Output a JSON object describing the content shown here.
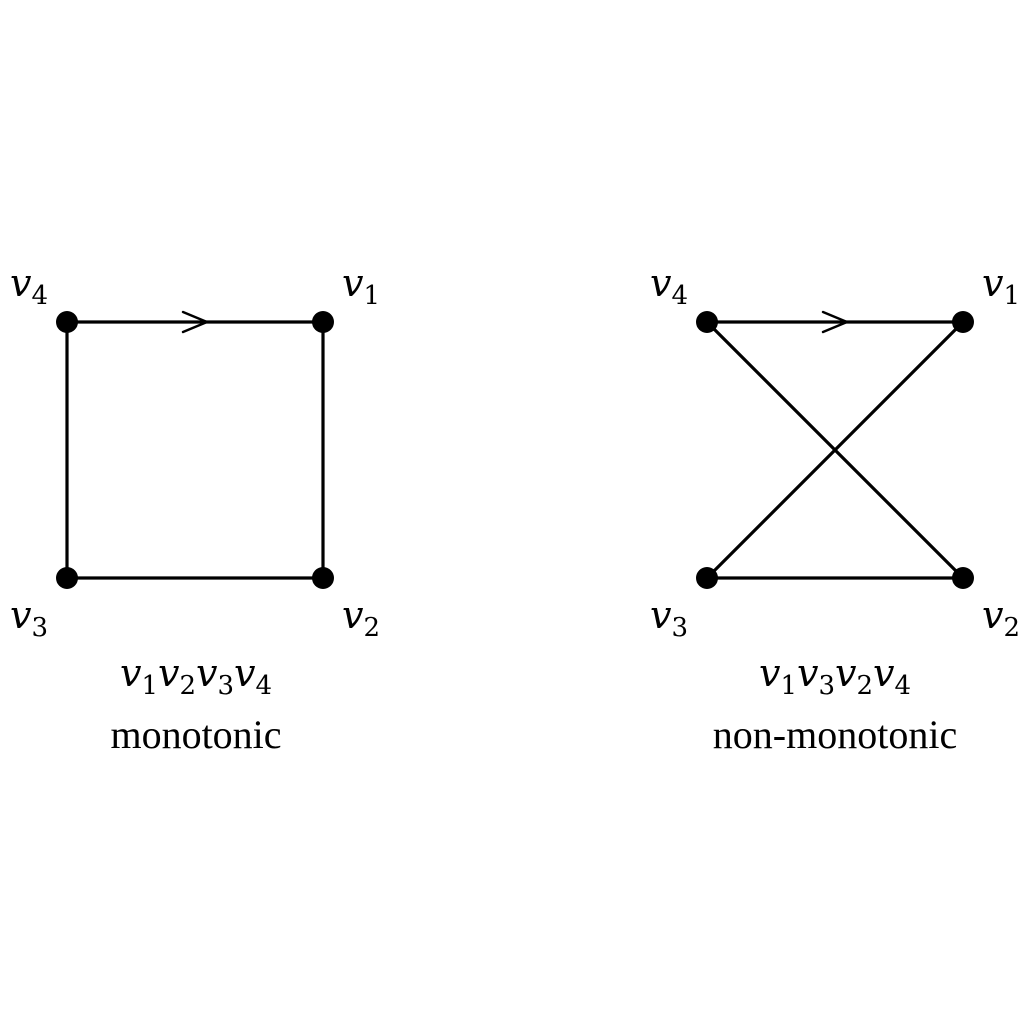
{
  "diagrams": [
    {
      "vertices": [
        {
          "id": "v1",
          "letter": "v",
          "sub": "1"
        },
        {
          "id": "v2",
          "letter": "v",
          "sub": "2"
        },
        {
          "id": "v3",
          "letter": "v",
          "sub": "3"
        },
        {
          "id": "v4",
          "letter": "v",
          "sub": "4"
        }
      ],
      "edges": [
        [
          "v4",
          "v1"
        ],
        [
          "v1",
          "v2"
        ],
        [
          "v2",
          "v3"
        ],
        [
          "v3",
          "v4"
        ]
      ],
      "directed_edge": [
        "v4",
        "v1"
      ],
      "sequence": [
        {
          "letter": "v",
          "sub": "1"
        },
        {
          "letter": "v",
          "sub": "2"
        },
        {
          "letter": "v",
          "sub": "3"
        },
        {
          "letter": "v",
          "sub": "4"
        }
      ],
      "caption": "monotonic"
    },
    {
      "vertices": [
        {
          "id": "v1",
          "letter": "v",
          "sub": "1"
        },
        {
          "id": "v2",
          "letter": "v",
          "sub": "2"
        },
        {
          "id": "v3",
          "letter": "v",
          "sub": "3"
        },
        {
          "id": "v4",
          "letter": "v",
          "sub": "4"
        }
      ],
      "edges": [
        [
          "v4",
          "v1"
        ],
        [
          "v1",
          "v3"
        ],
        [
          "v3",
          "v2"
        ],
        [
          "v2",
          "v4"
        ]
      ],
      "directed_edge": [
        "v4",
        "v1"
      ],
      "sequence": [
        {
          "letter": "v",
          "sub": "1"
        },
        {
          "letter": "v",
          "sub": "3"
        },
        {
          "letter": "v",
          "sub": "2"
        },
        {
          "letter": "v",
          "sub": "4"
        }
      ],
      "caption": "non-monotonic"
    }
  ]
}
